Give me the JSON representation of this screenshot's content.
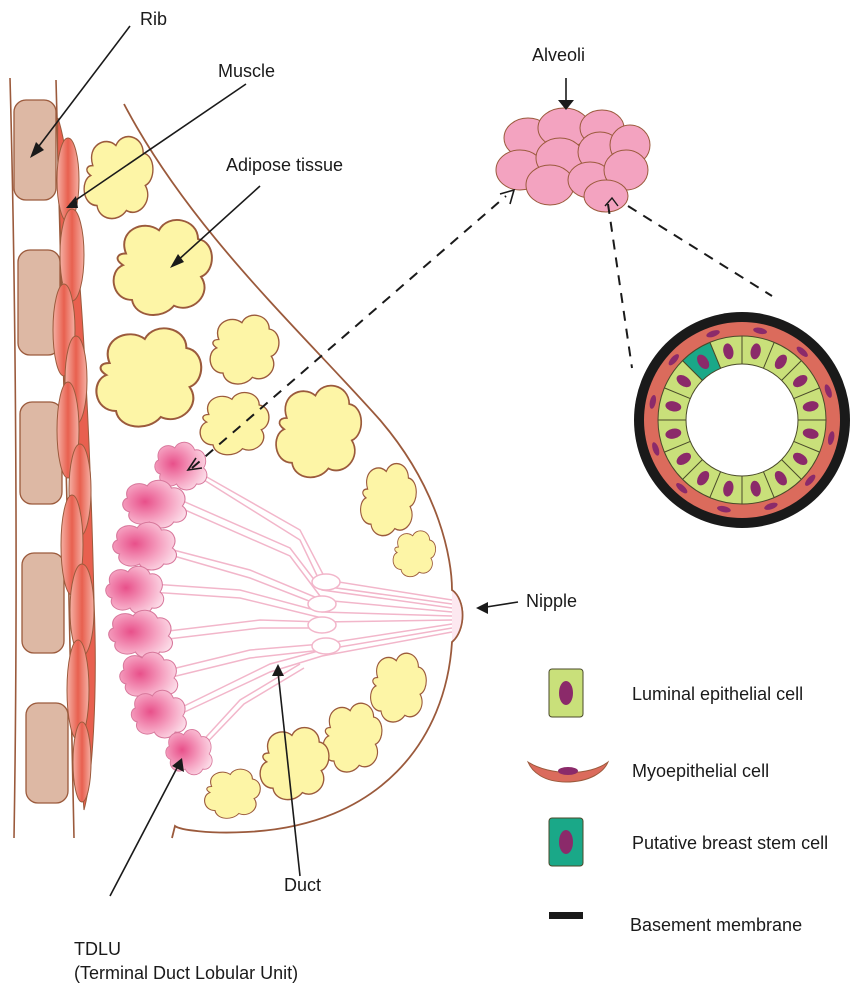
{
  "labels": {
    "rib": "Rib",
    "muscle": "Muscle",
    "adipose": "Adipose tissue",
    "alveoli": "Alveoli",
    "nipple": "Nipple",
    "duct": "Duct",
    "tdlu_line1": "TDLU",
    "tdlu_line2": "(Terminal Duct Lobular Unit)"
  },
  "legend": [
    {
      "icon": "luminal-cell-icon",
      "label": "Luminal epithelial cell"
    },
    {
      "icon": "myoepithelial-cell-icon",
      "label": "Myoepithelial cell"
    },
    {
      "icon": "stem-cell-icon",
      "label": "Putative breast stem cell"
    },
    {
      "icon": "basement-membrane-icon",
      "label": "Basement membrane"
    }
  ],
  "colors": {
    "rib": "#ddb8a4",
    "muscle": "#e8604f",
    "adipose": "#fdf5a6",
    "alveoli": "#f3a3c0",
    "luminal": "#c9e07a",
    "myoepithelial": "#db6b5c",
    "nucleus": "#8b2a6a",
    "stem_cell": "#1aa888",
    "basement": "#1a1a1a",
    "outline": "#9b5a3c"
  }
}
